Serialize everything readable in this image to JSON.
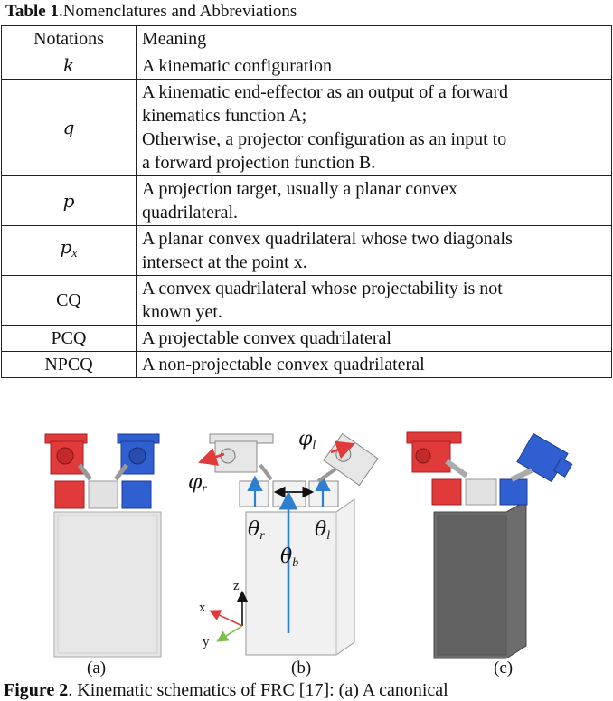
{
  "table": {
    "caption_label": "Table 1",
    "caption_text": ".Nomenclatures and Abbreviations",
    "headers": [
      "Notations",
      "Meaning"
    ],
    "rows": [
      {
        "notation": "k",
        "meaning": [
          "A kinematic configuration"
        ]
      },
      {
        "notation": "q",
        "meaning": [
          "A kinematic end-effector as an output of a forward",
          "kinematics function A;",
          "Otherwise, a projector configuration as an input to",
          "a forward projection function B."
        ]
      },
      {
        "notation": "p",
        "meaning": [
          "A projection target, usually a planar convex",
          "quadrilateral."
        ]
      },
      {
        "notation": "p",
        "notation_sub": "x",
        "meaning": [
          "A planar convex quadrilateral whose two diagonals",
          "intersect at the point x."
        ]
      },
      {
        "notation": "CQ",
        "meaning": [
          "A convex quadrilateral whose projectability is not",
          "known yet."
        ]
      },
      {
        "notation": "PCQ",
        "meaning": [
          "A projectable convex quadrilateral"
        ]
      },
      {
        "notation": "NPCQ",
        "meaning": [
          "A non-projectable convex quadrilateral"
        ]
      }
    ]
  },
  "figure": {
    "panel_labels": [
      "(a)",
      "(b)",
      "(c)"
    ],
    "symbols": {
      "phi_l": "φ",
      "phi_l_sub": "l",
      "phi_r": "φ",
      "phi_r_sub": "r",
      "theta_r": "θ",
      "theta_r_sub": "r",
      "theta_b": "θ",
      "theta_b_sub": "b",
      "theta_l": "θ",
      "theta_l_sub": "l"
    },
    "axes": {
      "x": "x",
      "y": "y",
      "z": "z"
    },
    "colors": {
      "red": "#e03a3a",
      "blue": "#2f5fd0",
      "light_box": "#e8e8e8",
      "dark_box": "#6d6d6d",
      "arrow_blue": "#2f7fd0",
      "axis_green": "#7cc04a"
    },
    "caption_label": "Figure 2",
    "caption_text": ". Kinematic schematics of FRC [17]: (a) A canonical"
  }
}
